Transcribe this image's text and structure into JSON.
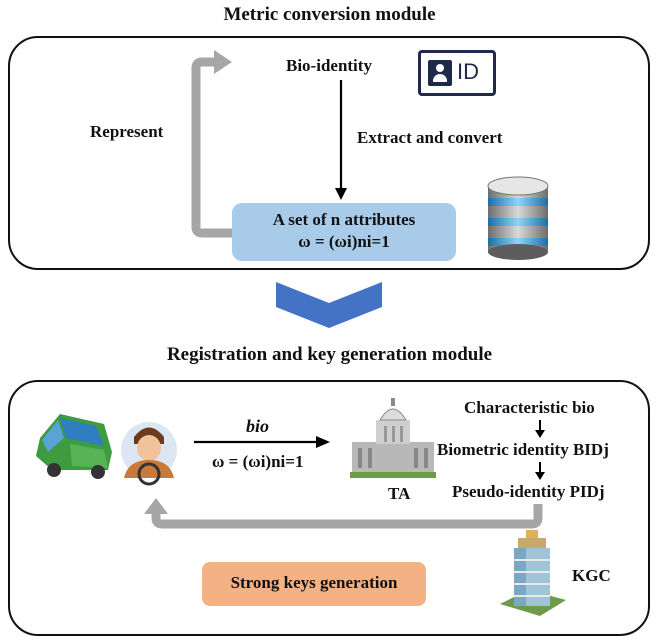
{
  "top": {
    "title": "Metric conversion module",
    "bio_identity": "Bio-identity",
    "represent": "Represent",
    "extract_convert": "Extract and convert",
    "attrs_line1": "A set of n  attributes",
    "attrs_line2": "ω = (ωi)ni=1",
    "id_card_text": "ID"
  },
  "bottom": {
    "title": "Registration and key generation module",
    "bio_label": "bio",
    "omega_label": "ω = (ωi)ni=1",
    "ta_label": "TA",
    "characteristic": "Characteristic bio",
    "biometric_identity": "Biometric identity BIDj",
    "pseudo_identity": "Pseudo-identity PIDj",
    "keys_generation": "Strong keys generation",
    "kgc_label": "KGC"
  },
  "colors": {
    "chevron": "#4472c4",
    "attr_box": "#a9cbea",
    "keys_box": "#f4b183",
    "gray_arrow": "#a6a6a6"
  }
}
